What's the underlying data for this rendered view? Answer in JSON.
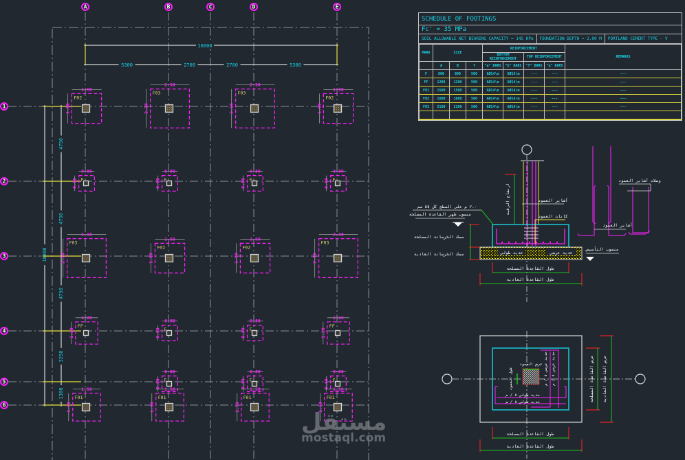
{
  "drawing": {
    "background": "#212830",
    "colors": {
      "grid": "#8a8f96",
      "axis_bubble": "#ff20ff",
      "footing_outline": "#ff20ff",
      "footing_label": "#e6d27a",
      "dimension_text": "#19d3e6",
      "dimension_line": "#d8d8d8",
      "extension_yellow": "#e8e13a",
      "column": "#d8d8d8"
    },
    "axes_columns": [
      "A",
      "B",
      "C",
      "D",
      "E"
    ],
    "axes_rows": [
      "1",
      "2",
      "3",
      "4",
      "5",
      "6"
    ],
    "overall_width_dim": "16000",
    "span_dims": [
      "5300",
      "2700",
      "2700",
      "5300"
    ],
    "overall_height_dim": "18800",
    "row_span_dims": [
      "4750",
      "4750",
      "4750",
      "3250",
      "1300"
    ],
    "footings": [
      {
        "row": "1",
        "col": "A",
        "mark": "F02",
        "size": "1.60"
      },
      {
        "row": "1",
        "col": "B",
        "mark": "F03",
        "size": "2.10"
      },
      {
        "row": "1",
        "col": "D",
        "mark": "F03",
        "size": "2.10"
      },
      {
        "row": "1",
        "col": "E",
        "mark": "F02",
        "size": "1.60"
      },
      {
        "row": "2",
        "col": "A",
        "mark": "F",
        "size": "0.80"
      },
      {
        "row": "2",
        "col": "B",
        "mark": "F",
        "size": "0.80"
      },
      {
        "row": "2",
        "col": "D",
        "mark": "F",
        "size": "0.80"
      },
      {
        "row": "2",
        "col": "E",
        "mark": "F",
        "size": "0.80"
      },
      {
        "row": "3",
        "col": "A",
        "mark": "F03",
        "size": "2.10"
      },
      {
        "row": "3",
        "col": "B",
        "mark": "F02",
        "size": "1.60"
      },
      {
        "row": "3",
        "col": "D",
        "mark": "F02",
        "size": "1.60"
      },
      {
        "row": "3",
        "col": "E",
        "mark": "F03",
        "size": "2.10"
      },
      {
        "row": "4",
        "col": "A",
        "mark": "FF",
        "size": "1.20"
      },
      {
        "row": "4",
        "col": "B",
        "mark": "F",
        "size": "0.80"
      },
      {
        "row": "4",
        "col": "D",
        "mark": "F",
        "size": "0.80"
      },
      {
        "row": "4",
        "col": "E",
        "mark": "FF",
        "size": "1.20"
      },
      {
        "row": "5",
        "col": "B",
        "mark": "F",
        "size": "0.80"
      },
      {
        "row": "5",
        "col": "D",
        "mark": "F",
        "size": "0.80"
      },
      {
        "row": "5",
        "col": "E",
        "mark": "F",
        "size": "0.80"
      },
      {
        "row": "6",
        "col": "A",
        "mark": "F01",
        "size": "1.50"
      },
      {
        "row": "6",
        "col": "B",
        "mark": "F01",
        "size": "1.50"
      },
      {
        "row": "6",
        "col": "D",
        "mark": "F01",
        "size": "1.50"
      },
      {
        "row": "6",
        "col": "E",
        "mark": "F01",
        "size": "1.50"
      }
    ]
  },
  "schedule": {
    "title": "SCHEDULE OF FOOTINGS",
    "fc": "Fc' = 35 MPa",
    "soil_capacity": "SOIL ALLOWABLE NET BEARING CAPACITY = 145 KPa",
    "foundation_depth": "FOUNDATION DEPTH = 2.00 M",
    "cement": "PORTLAND CEMENT TYPE - V",
    "headers": {
      "mark": "MARK",
      "size": "SIZE",
      "reinforcement": "REINFORCEMENT",
      "bottom": "BOTTOM REINFORCEMENT",
      "top": "TOP REINFORCEMENT",
      "remarks": "REMARKS",
      "a": "A",
      "b": "B",
      "t": "T",
      "a_bars": "\"a\" BARS",
      "b_bars": "\"b\" BARS",
      "f_bars": "\"f\" BARS",
      "q_bars": "\"q\" BARS"
    },
    "rows": [
      {
        "mark": "F",
        "a": "800",
        "b": "800",
        "t": "500",
        "a_bars": "6Ø14\\m",
        "b_bars": "6Ø14\\m",
        "f_bars": "---",
        "q_bars": "---",
        "remarks": "---"
      },
      {
        "mark": "FF",
        "a": "1200",
        "b": "1200",
        "t": "500",
        "a_bars": "6Ø14\\m",
        "b_bars": "6Ø14\\m",
        "f_bars": "---",
        "q_bars": "---",
        "remarks": "---"
      },
      {
        "mark": "F01",
        "a": "1500",
        "b": "1500",
        "t": "500",
        "a_bars": "6Ø14\\m",
        "b_bars": "6Ø14\\m",
        "f_bars": "---",
        "q_bars": "---",
        "remarks": "---"
      },
      {
        "mark": "F02",
        "a": "1600",
        "b": "1600",
        "t": "500",
        "a_bars": "6Ø14\\m",
        "b_bars": "6Ø14\\m",
        "f_bars": "---",
        "q_bars": "---",
        "remarks": "---"
      },
      {
        "mark": "F03",
        "a": "2100",
        "b": "2100",
        "t": "500",
        "a_bars": "6Ø14\\m",
        "b_bars": "6Ø14\\m",
        "f_bars": "---",
        "q_bars": "---",
        "remarks": "---"
      }
    ]
  },
  "section": {
    "labels": {
      "column_bars": "أشاير العمود",
      "stirrups": "كانات العمود",
      "column_dowels": "أشاير العمود",
      "dowel_lap": "وصلات أشاير العمود",
      "foundation_level": "منسوب التأسيس",
      "depth_note": "٢.٠ م على السطح كل ٥٥ سم",
      "rc_level": "منسوب ظهر القاعدة المسلحة",
      "rc_thickness": "سمك الخرسانة المسلحة",
      "pc_thickness": "سمك الخرسانة العادية",
      "long_rft": "حديد طولي",
      "trans_rft": "حديد عرضي",
      "rc_length": "طول القاعدة المسلحة",
      "pc_length": "طول القاعدة العادية",
      "height_rc": "ارتفاع الرقبة"
    }
  },
  "plan_detail": {
    "labels": {
      "column_width": "عرض العمود",
      "column_length": "طول العمود",
      "long_rft_1": "حديد طولي ٥ / م",
      "long_rft_2": "حديد طولي ٥ / م",
      "trans_rft_1": "حديد عرضي ٥ / م",
      "trans_rft_2": "حديد عرضي ٥ / م",
      "rc_width": "عرض القاعدة المسلحة",
      "pc_width": "عرض القاعدة العادية",
      "rc_length": "طول القاعدة المسلحة",
      "pc_length": "طول القاعدة العادية"
    }
  },
  "watermark": {
    "arabic": "مستقل",
    "latin": "mostaql.com"
  }
}
